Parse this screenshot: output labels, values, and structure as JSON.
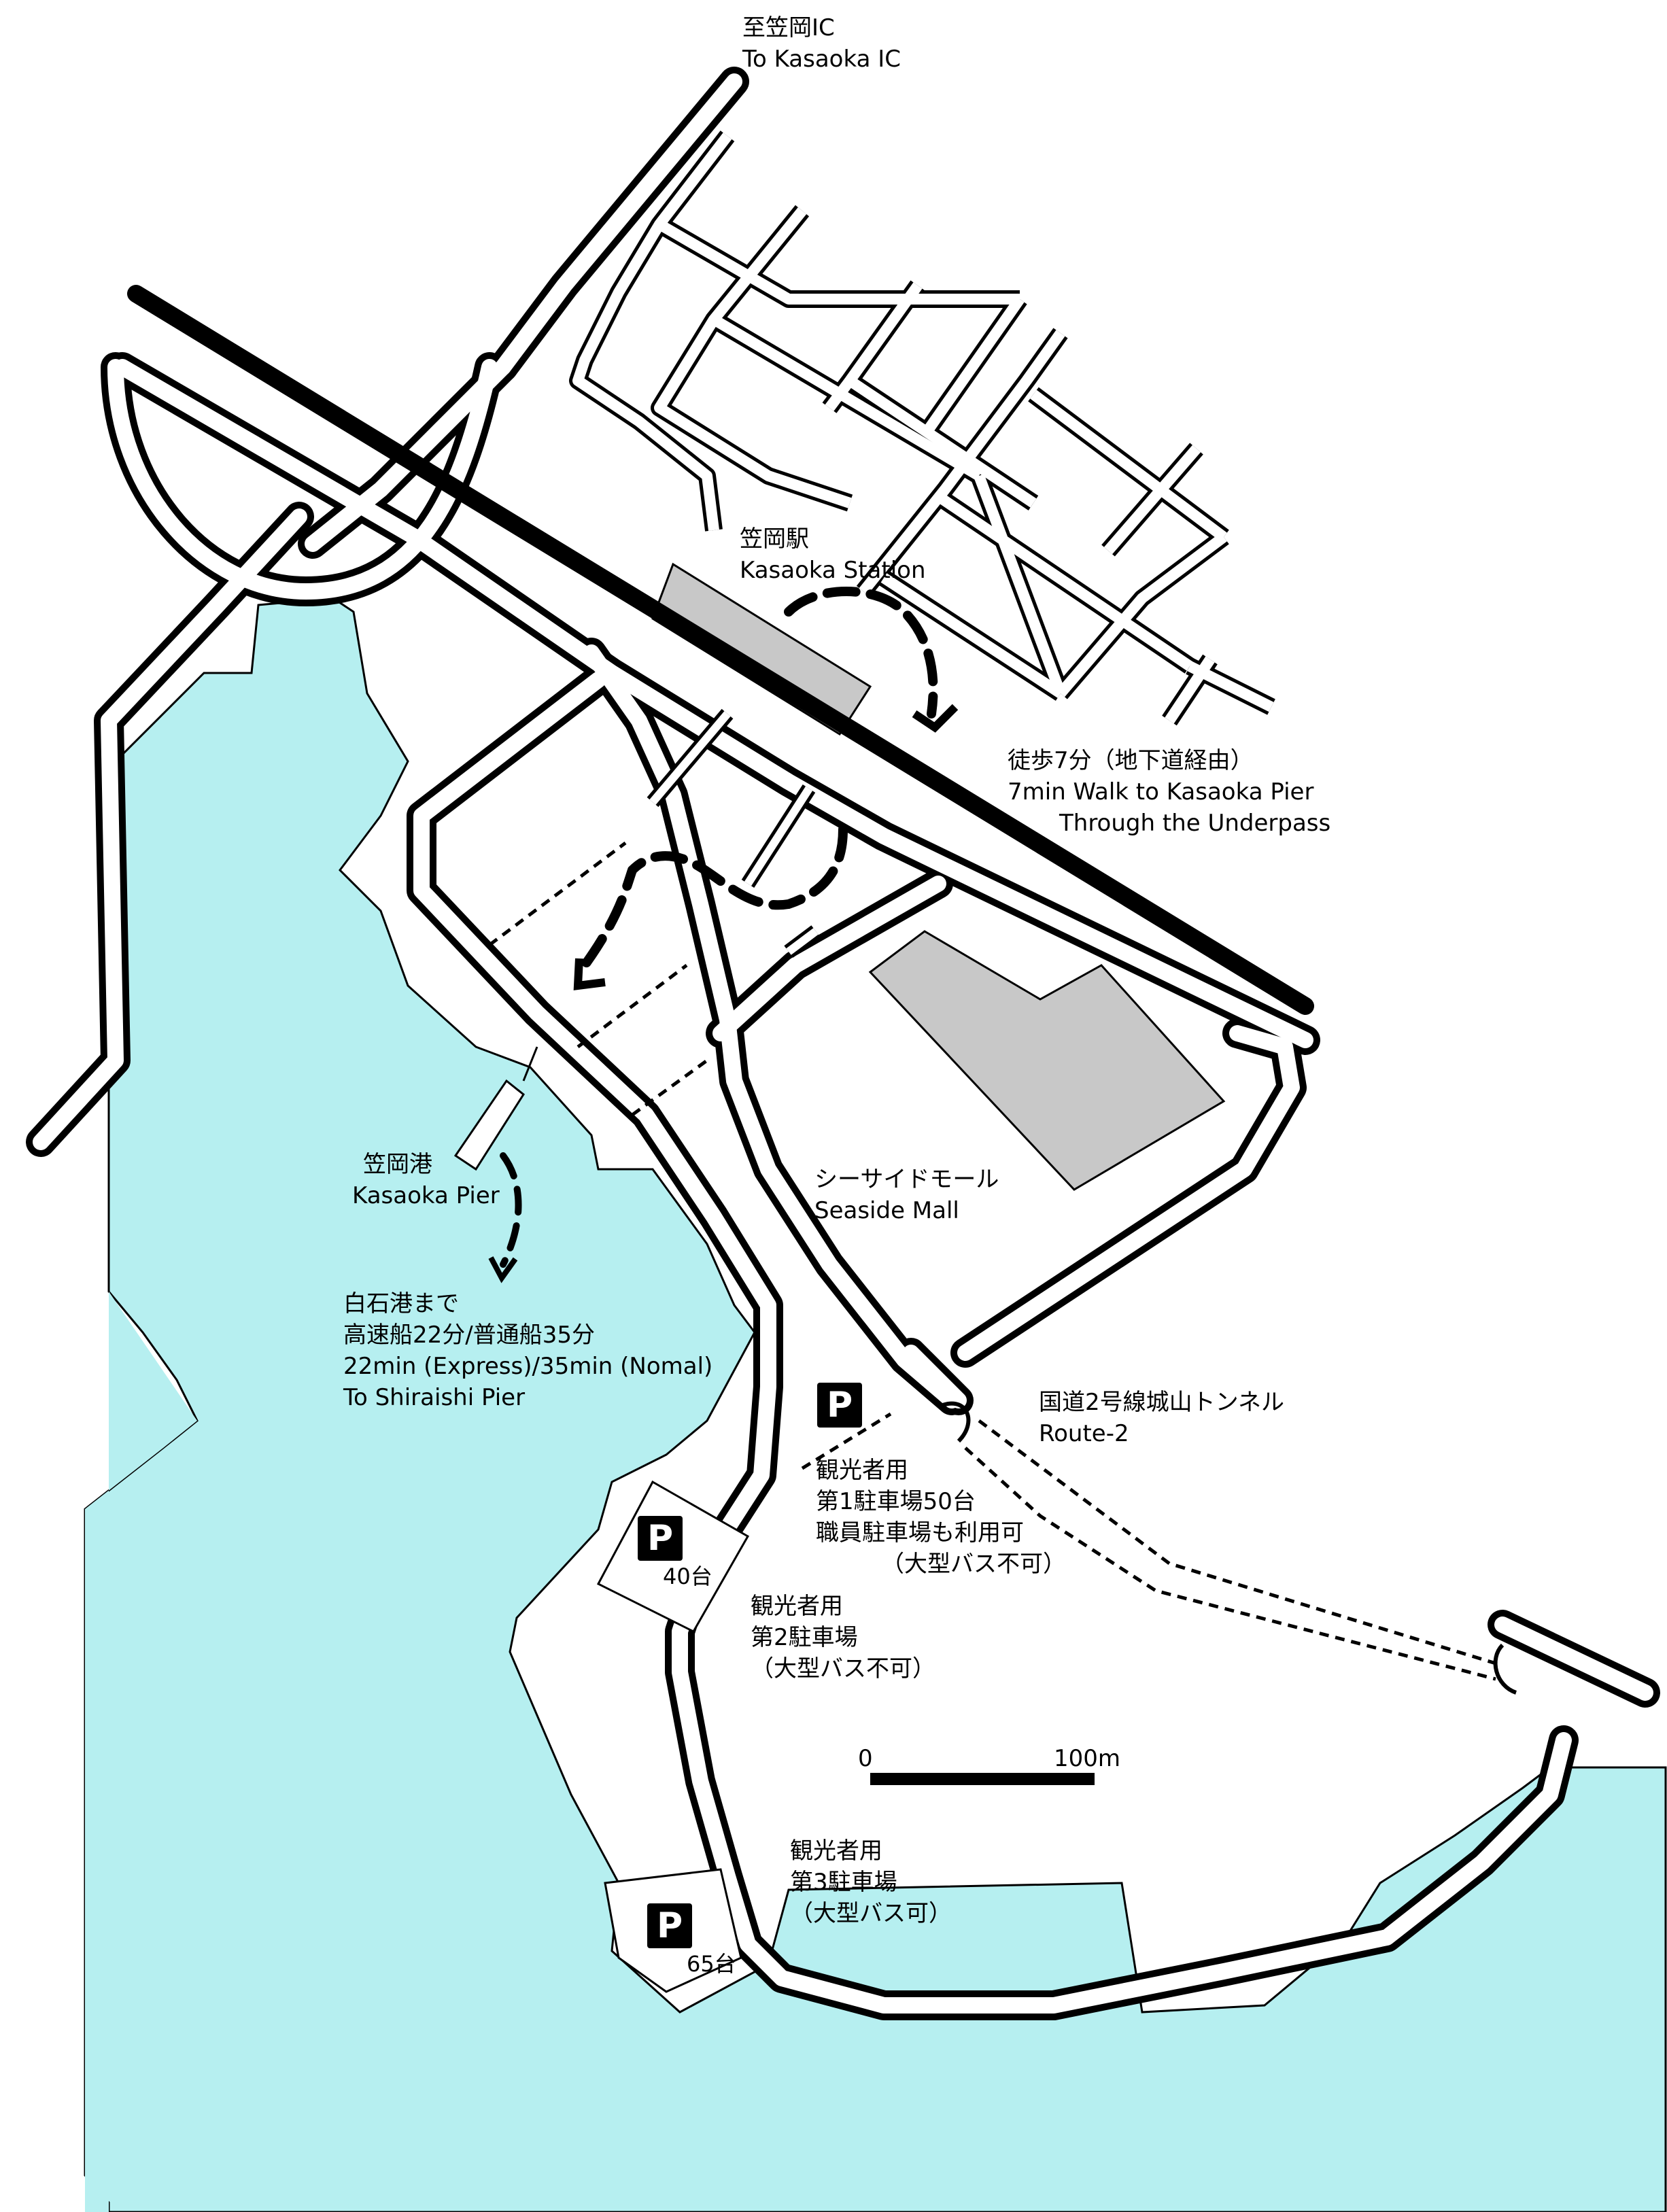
{
  "colors": {
    "sea": "#b6eff0",
    "building": "#c8c8c8",
    "ink": "#000000",
    "paper": "#ffffff"
  },
  "labels": {
    "to_ic_jp": "至笠岡IC",
    "to_ic_en": "To Kasaoka IC",
    "station_jp": "笠岡駅",
    "station_en": "Kasaoka Station",
    "walk_jp": "徒歩7分（地下道経由）",
    "walk_en1": "7min Walk to Kasaoka Pier",
    "walk_en2": "Through the Underpass",
    "mall_jp": "シーサイドモール",
    "mall_en": "Seaside Mall",
    "pier_jp": "笠岡港",
    "pier_en": "Kasaoka Pier",
    "ferry_jp1": "白石港まで",
    "ferry_jp2": "高速船22分/普通船35分",
    "ferry_en1": "22min (Express)/35min (Nomal)",
    "ferry_en2": "To Shiraishi Pier",
    "route_jp": "国道2号線城山トンネル",
    "route_en": "Route-2",
    "p1_line1": "観光者用",
    "p1_line2": "第1駐車場50台",
    "p1_line3": "職員駐車場も利用可",
    "p1_line4": "（大型バス不可）",
    "p2_line1": "観光者用",
    "p2_line2": "第2駐車場",
    "p2_line3": "（大型バス不可）",
    "p2_count": "40台",
    "p3_line1": "観光者用",
    "p3_line2": "第3駐車場",
    "p3_line3": "（大型バス可）",
    "p3_count": "65台",
    "scale_zero": "0",
    "scale_max": "100m",
    "parking_symbol": "P"
  },
  "icons": [
    "parking-icon",
    "walk-route-arrow",
    "ferry-route-arrow",
    "scale-bar"
  ]
}
